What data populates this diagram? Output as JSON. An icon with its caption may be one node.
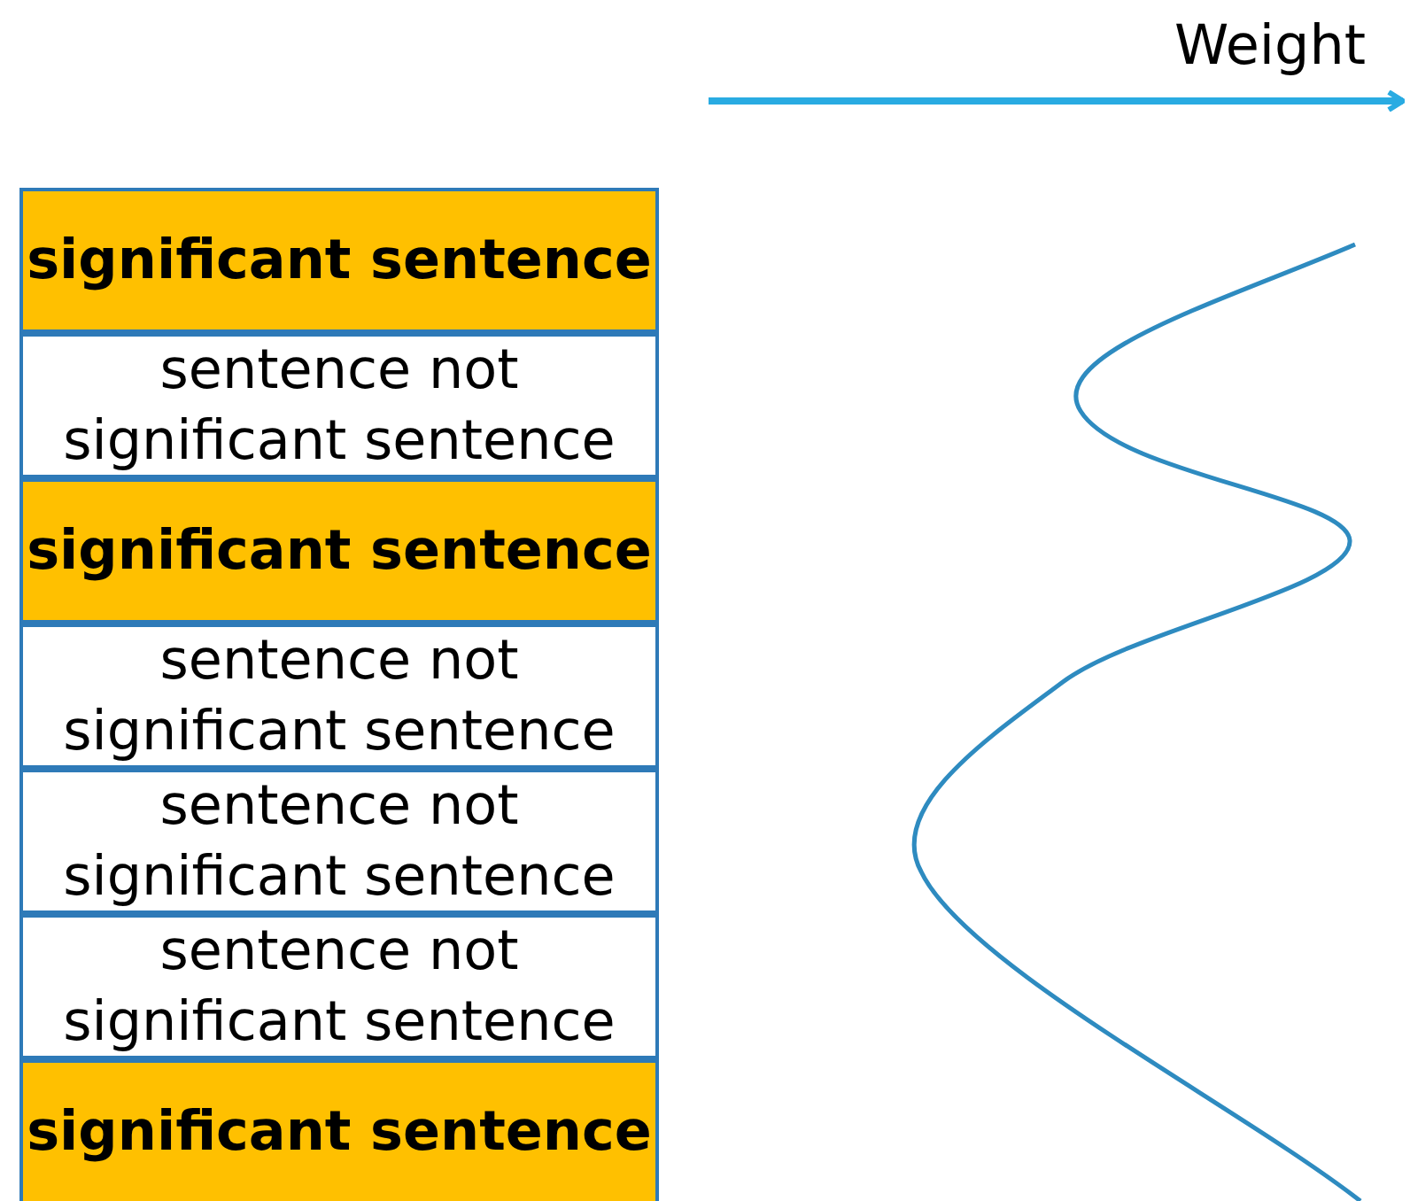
{
  "diagram": {
    "nodes": [
      {
        "text": [
          "significant sentence"
        ]
      },
      {
        "text": [
          "sentence not significant sentence"
        ]
      },
      {
        "text": [
          "significant sentence"
        ]
      },
      {
        "text": [
          "sentence not significant sentence"
        ]
      },
      {
        "text": [
          "sentence not significant sentence"
        ]
      },
      {
        "text": [
          "sentence not significant sentence"
        ]
      },
      {
        "text": [
          "significant sentence"
        ]
      }
    ],
    "edges": [],
    "labels": [
      "Weight"
    ]
  }
}
